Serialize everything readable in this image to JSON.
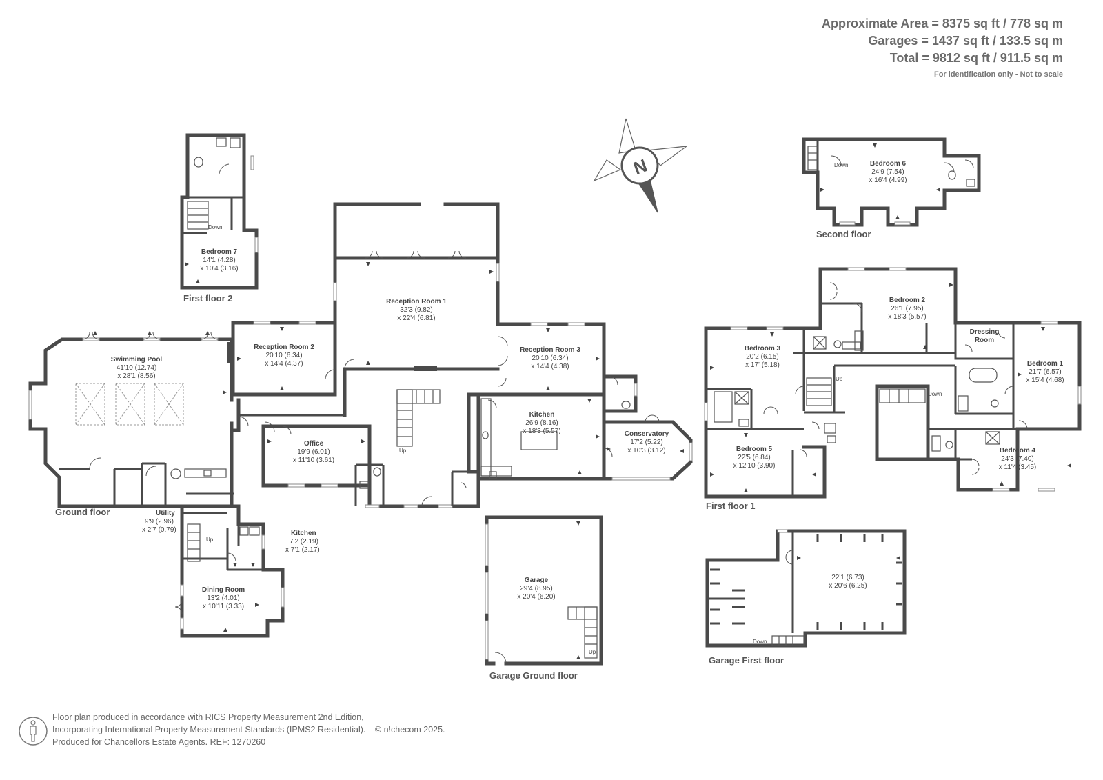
{
  "header": {
    "approx_area": "Approximate Area = 8375 sq ft / 778 sq m",
    "garages": "Garages = 1437 sq ft / 133.5 sq m",
    "total": "Total = 9812 sq ft / 911.5 sq m",
    "note": "For identification only - Not to scale"
  },
  "compass": {
    "label": "N",
    "icon": "compass-icon"
  },
  "floors": {
    "first_floor_2": "First floor 2",
    "ground_floor": "Ground floor",
    "second_floor": "Second floor",
    "first_floor_1": "First floor 1",
    "garage_ground_floor": "Garage Ground floor",
    "garage_first_floor": "Garage First floor"
  },
  "rooms": {
    "bedroom7": {
      "name": "Bedroom 7",
      "dim1": "14'1 (4.28)",
      "dim2": "x 10'4 (3.16)"
    },
    "swimming_pool": {
      "name": "Swimming Pool",
      "dim1": "41'10 (12.74)",
      "dim2": "x 28'1 (8.56)"
    },
    "reception2": {
      "name": "Reception Room 2",
      "dim1": "20'10 (6.34)",
      "dim2": "x 14'4 (4.37)"
    },
    "reception1": {
      "name": "Reception Room 1",
      "dim1": "32'3 (9.82)",
      "dim2": "x 22'4 (6.81)"
    },
    "reception3": {
      "name": "Reception Room 3",
      "dim1": "20'10 (6.34)",
      "dim2": "x 14'4 (4.38)"
    },
    "office": {
      "name": "Office",
      "dim1": "19'9 (6.01)",
      "dim2": "x 11'10 (3.61)"
    },
    "kitchen_main": {
      "name": "Kitchen",
      "dim1": "26'9 (8.16)",
      "dim2": "x 18'3 (5.57)"
    },
    "conservatory": {
      "name": "Conservatory",
      "dim1": "17'2 (5.22)",
      "dim2": "x 10'3 (3.12)"
    },
    "utility": {
      "name": "Utility",
      "dim1": "9'9 (2.96)",
      "dim2": "x 2'7 (0.79)"
    },
    "kitchen_small": {
      "name": "Kitchen",
      "dim1": "7'2 (2.19)",
      "dim2": "x 7'1 (2.17)"
    },
    "dining": {
      "name": "Dining Room",
      "dim1": "13'2 (4.01)",
      "dim2": "x 10'11 (3.33)"
    },
    "garage": {
      "name": "Garage",
      "dim1": "29'4 (8.95)",
      "dim2": "x 20'4 (6.20)"
    },
    "bedroom6": {
      "name": "Bedroom 6",
      "dim1": "24'9 (7.54)",
      "dim2": "x 16'4 (4.99)"
    },
    "bedroom2": {
      "name": "Bedroom 2",
      "dim1": "26'1 (7.95)",
      "dim2": "x 18'3 (5.57)"
    },
    "dressing": {
      "name1": "Dressing",
      "name2": "Room"
    },
    "bedroom3": {
      "name": "Bedroom 3",
      "dim1": "20'2 (6.15)",
      "dim2": "x 17' (5.18)"
    },
    "bedroom1": {
      "name": "Bedroom 1",
      "dim1": "21'7 (6.57)",
      "dim2": "x 15'4 (4.68)"
    },
    "bedroom5": {
      "name": "Bedroom 5",
      "dim1": "22'5 (6.84)",
      "dim2": "x 12'10 (3.90)"
    },
    "bedroom4": {
      "name": "Bedroom 4",
      "dim1": "24'3 (7.40)",
      "dim2": "x 11'4 (3.45)"
    },
    "garage_first": {
      "dim1": "22'1 (6.73)",
      "dim2": "x 20'6 (6.25)"
    }
  },
  "stairs": {
    "up": "Up",
    "down": "Down"
  },
  "footer": {
    "line1": "Floor plan produced in accordance with RICS Property Measurement 2nd Edition,",
    "line2a": "Incorporating International Property Measurement Standards (IPMS2 Residential).",
    "line2b": "© n!checom 2025.",
    "line3": "Produced for Chancellors Estate Agents.   REF:  1270260"
  }
}
